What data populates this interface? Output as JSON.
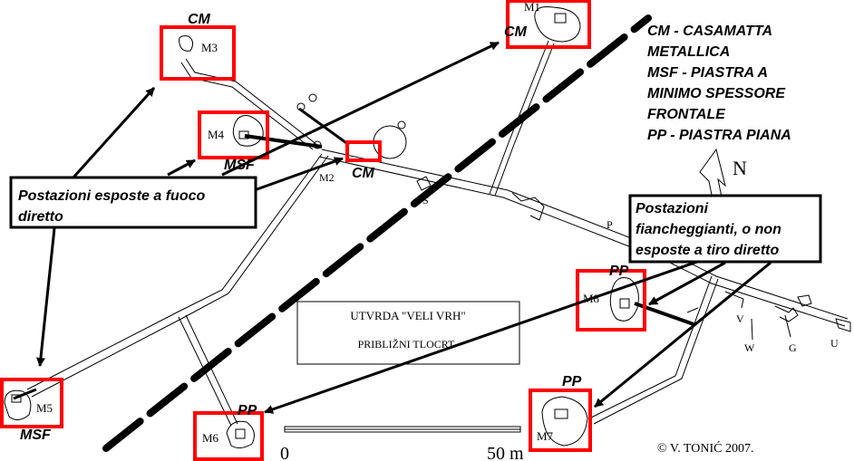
{
  "legend": {
    "lines": [
      "CM - CASAMATTA",
      "METALLICA",
      "MSF - PIASTRA A",
      "MINIMO SPESSORE",
      "FRONTALE",
      "PP - PIASTRA PIANA"
    ]
  },
  "callouts": {
    "exposed": [
      "Postazioni esposte a fuoco",
      "diretto"
    ],
    "flanking": [
      "Postazioni",
      "fiancheggianti, o non",
      "esposte a tiro diretto"
    ]
  },
  "plan_box": {
    "title": "UTVRDA \"VELI VRH\"",
    "subtitle": "PRIBLIŽNI TLOCRT"
  },
  "positions": {
    "m1": "M1",
    "m2": "M2",
    "m3": "M3",
    "m4": "M4",
    "m5": "M5",
    "m6": "M6",
    "m7": "M7",
    "m8": "M8"
  },
  "type_labels": {
    "m1": "CM",
    "m2": "CM",
    "m3": "CM",
    "m4": "MSF",
    "m5": "MSF",
    "m6": "PP",
    "m7": "PP",
    "m8": "PP"
  },
  "point_letters": {
    "s": "S",
    "p": "P",
    "v": "V",
    "w": "W",
    "g": "G",
    "u": "U"
  },
  "north": "N",
  "scale": {
    "start": "0",
    "end": "50 m"
  },
  "copyright": "©  V. TONIĆ 2007."
}
